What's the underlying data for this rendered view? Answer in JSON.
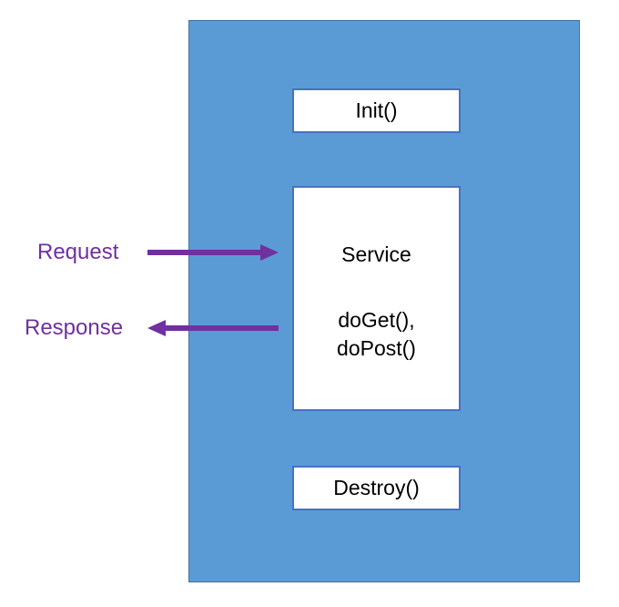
{
  "diagram": {
    "title": "Servlet lifecycle diagram",
    "colors": {
      "container_fill": "#5B9BD5",
      "container_border": "#41719C",
      "box_fill": "#FFFFFF",
      "box_border": "#4472C4",
      "arrow": "#7030A0",
      "label_text": "#7030A0",
      "box_text": "#000000",
      "background": "#FFFFFF"
    },
    "container": {
      "name": "servlet-container"
    },
    "boxes": [
      {
        "id": "init",
        "label": "Init()"
      },
      {
        "id": "service",
        "title": "Service",
        "methods_line1": "doGet(),",
        "methods_line2": "doPost()"
      },
      {
        "id": "destroy",
        "label": "Destroy()"
      }
    ],
    "arrows": [
      {
        "id": "request",
        "label": "Request",
        "direction": "right"
      },
      {
        "id": "response",
        "label": "Response",
        "direction": "left"
      }
    ]
  }
}
